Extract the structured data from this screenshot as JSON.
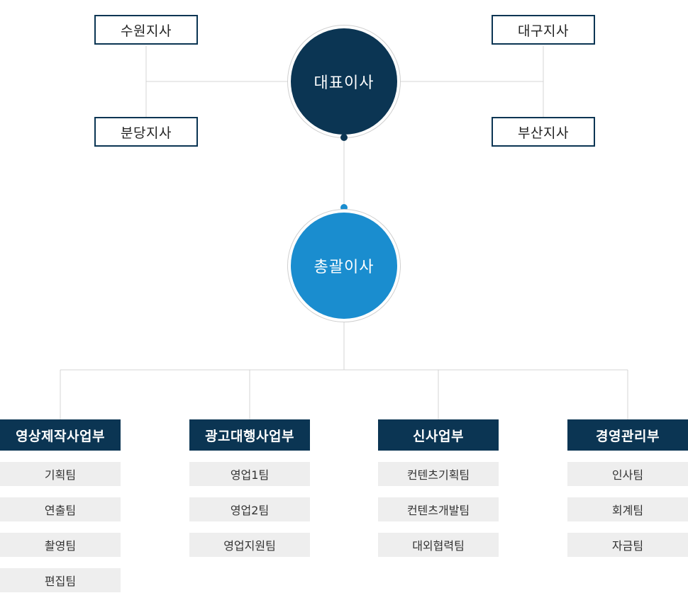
{
  "ceo": {
    "label": "대표이사"
  },
  "branches": {
    "suwon": "수원지사",
    "bundang": "분당지사",
    "daegu": "대구지사",
    "busan": "부산지사"
  },
  "director": {
    "label": "총괄이사"
  },
  "departments": [
    {
      "name": "영상제작사업부",
      "teams": [
        "기획팀",
        "연출팀",
        "촬영팀",
        "편집팀"
      ]
    },
    {
      "name": "광고대행사업부",
      "teams": [
        "영업1팀",
        "영업2팀",
        "영업지원팀"
      ]
    },
    {
      "name": "신사업부",
      "teams": [
        "컨텐츠기획팀",
        "컨텐츠개발팀",
        "대외협력팀"
      ]
    },
    {
      "name": "경영관리부",
      "teams": [
        "인사팀",
        "회계팀",
        "자금팀"
      ]
    }
  ],
  "colors": {
    "navy": "#0b3553",
    "blue": "#1a8dcf",
    "line": "#d4d4d4",
    "team_bg": "#eeeeee"
  }
}
